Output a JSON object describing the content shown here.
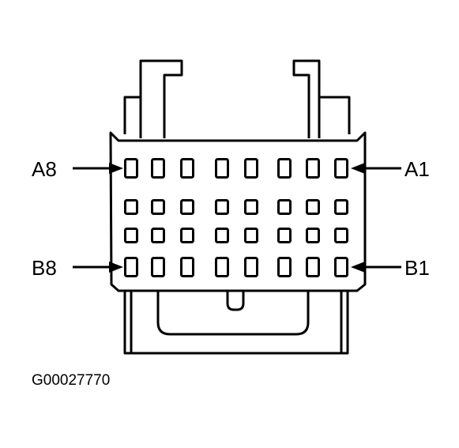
{
  "diagram": {
    "labels": {
      "a8": "A8",
      "a1": "A1",
      "b8": "B8",
      "b1": "B1"
    },
    "figure_id": "G00027770",
    "pin_rows": 4,
    "pins_per_row": 8
  }
}
